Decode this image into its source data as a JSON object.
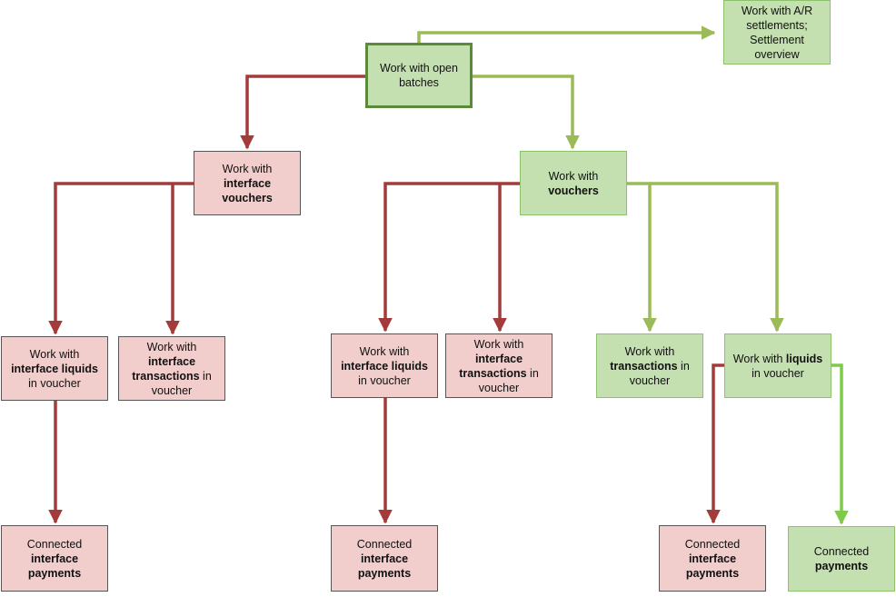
{
  "colors": {
    "red_line": "#a33b3b",
    "green_line": "#9bbb59",
    "bright_green_line": "#7ecb4a",
    "red_fill": "#f1cdcc",
    "green_fill": "#c4dfb0"
  },
  "nodes": {
    "root": {
      "l1": "Work with open",
      "l2": "batches"
    },
    "ar": {
      "l1": "Work with A/R",
      "l2": "settlements;",
      "l3": "Settlement",
      "l4": "overview"
    },
    "iv": {
      "l1": "Work with",
      "b1": "interface",
      "b2": "vouchers"
    },
    "v": {
      "l1": "Work with",
      "b1": "vouchers"
    },
    "il1": {
      "l1": "Work with",
      "b1": "interface liquids",
      "l3": "in voucher"
    },
    "it1": {
      "l1": "Work with",
      "b1": "interface",
      "b2": "transactions",
      "t2": " in",
      "l4": "voucher"
    },
    "il2": {
      "l1": "Work with",
      "b1": "interface liquids",
      "l3": "in voucher"
    },
    "it2": {
      "l1": "Work with",
      "b1": "interface",
      "b2": "transactions",
      "t2": " in",
      "l4": "voucher"
    },
    "tv": {
      "l1": "Work with",
      "b1": "transactions",
      "t1": " in",
      "l3": "voucher"
    },
    "lv": {
      "l1": "Work with ",
      "b1": "liquids",
      "l2": "in voucher"
    },
    "cp1": {
      "l1": "Connected",
      "b1": "interface",
      "b2": "payments"
    },
    "cp2": {
      "l1": "Connected",
      "b1": "interface",
      "b2": "payments"
    },
    "cp3": {
      "l1": "Connected",
      "b1": "interface",
      "b2": "payments"
    },
    "cp4": {
      "l1": "Connected",
      "b1": "payments"
    }
  }
}
